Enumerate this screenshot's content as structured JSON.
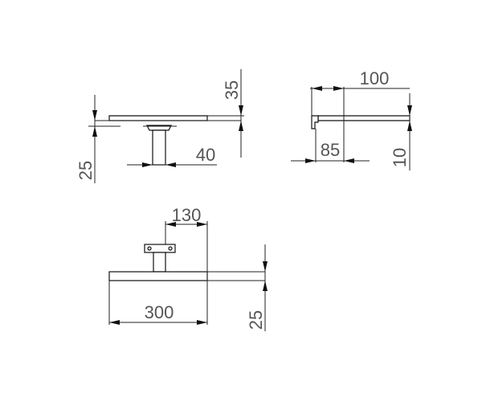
{
  "drawing": {
    "top_view": {
      "dim_thickness": "35",
      "dim_height": "25",
      "dim_post_width": "40"
    },
    "side_view": {
      "dim_length": "100",
      "dim_depth": "85",
      "dim_thickness": "10"
    },
    "front_view": {
      "dim_mount_offset": "130",
      "dim_overall_width": "300",
      "dim_height": "25"
    },
    "line_color": "#111111",
    "text_color": "#555555"
  }
}
